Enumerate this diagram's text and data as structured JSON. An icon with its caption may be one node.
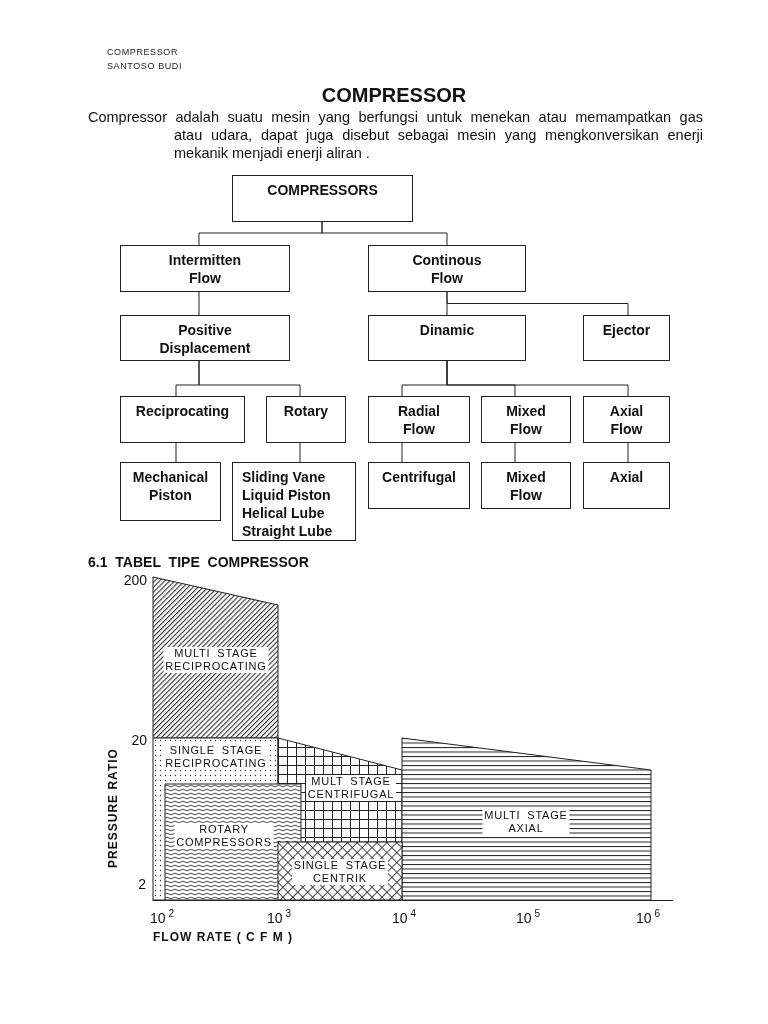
{
  "diagram": {
    "title": "COMPRESSOR",
    "nodes": [
      {
        "text": [
          "COMPRESSORS"
        ]
      },
      {
        "text": [
          "Intermitten Flow"
        ]
      },
      {
        "text": [
          "Continous Flow"
        ]
      },
      {
        "text": [
          "Positive Displacement"
        ]
      },
      {
        "text": [
          "Dinamic"
        ]
      },
      {
        "text": [
          "Ejector"
        ]
      },
      {
        "text": [
          "Reciprocating"
        ]
      },
      {
        "text": [
          "Rotary"
        ]
      },
      {
        "text": [
          "Radial Flow"
        ]
      },
      {
        "text": [
          "Mixed Flow"
        ]
      },
      {
        "text": [
          "Axial Flow"
        ]
      },
      {
        "text": [
          "Mechanical Piston"
        ]
      },
      {
        "text": [
          "Sliding Vane",
          "Liquid Piston",
          "Helical Lube",
          "Straight Lube"
        ]
      },
      {
        "text": [
          "Centrifugal"
        ]
      },
      {
        "text": [
          "Mixed Flow"
        ]
      },
      {
        "text": [
          "Axial"
        ]
      },
      {
        "text": [
          "MULTI STAGE RECIPROCATING"
        ]
      },
      {
        "text": [
          "SINGLE STAGE RECIPROCATING"
        ]
      },
      {
        "text": [
          "MULT STAGE CENTRIFUGAL"
        ]
      },
      {
        "text": [
          "MULTI STAGE AXIAL"
        ]
      },
      {
        "text": [
          "ROTARY COMPRESSORS"
        ]
      },
      {
        "text": [
          "SINGLE STAGE CENTRIK"
        ]
      }
    ],
    "edges": [
      {
        "from": 0,
        "to": 1,
        "arrow": "none"
      },
      {
        "from": 0,
        "to": 2,
        "arrow": "none"
      },
      {
        "from": 1,
        "to": 3,
        "arrow": "none"
      },
      {
        "from": 2,
        "to": 4,
        "arrow": "none"
      },
      {
        "from": 2,
        "to": 5,
        "arrow": "none"
      },
      {
        "from": 3,
        "to": 6,
        "arrow": "none"
      },
      {
        "from": 3,
        "to": 7,
        "arrow": "none"
      },
      {
        "from": 4,
        "to": 8,
        "arrow": "none"
      },
      {
        "from": 4,
        "to": 9,
        "arrow": "none"
      },
      {
        "from": 4,
        "to": 10,
        "arrow": "none"
      },
      {
        "from": 6,
        "to": 11,
        "arrow": "none"
      },
      {
        "from": 7,
        "to": 12,
        "arrow": "none"
      },
      {
        "from": 8,
        "to": 13,
        "arrow": "none"
      },
      {
        "from": 9,
        "to": 14,
        "arrow": "none"
      },
      {
        "from": 10,
        "to": 15,
        "arrow": "none"
      }
    ],
    "labels": [
      "COMPRESSOR",
      "SANTOSO BUDI",
      "Compressor adalah suatu mesin yang berfungsi untuk menekan atau memampatkan gas atau udara, dapat juga disebut sebagai mesin yang mengkonversikan enerji mekanik menjadi enerji aliran .",
      "6.1 TABEL TIPE COMPRESSOR",
      "200",
      "20",
      "2",
      "PRESSURE RATIO",
      "10$^{2}$",
      "10$^{3}$",
      "10$^{4}$",
      "10$^{5}$",
      "10$^{6}$",
      "FLOW RATE ( C F M )"
    ]
  }
}
